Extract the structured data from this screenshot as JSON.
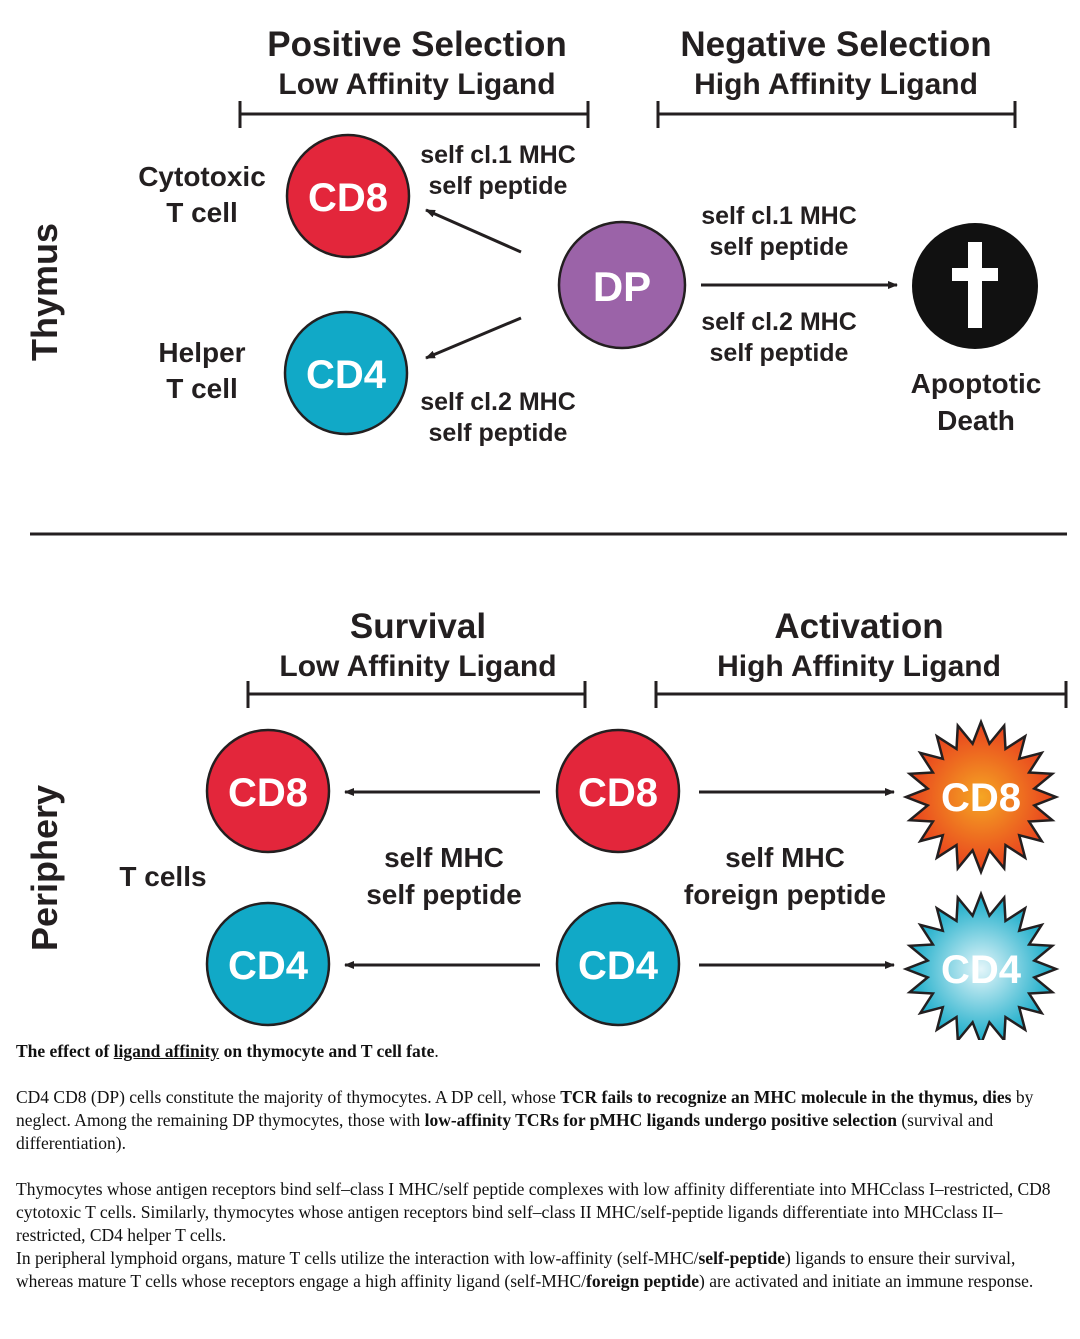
{
  "thymus": {
    "section_label": "Thymus",
    "positive": {
      "title": "Positive Selection",
      "subtitle": "Low Affinity Ligand"
    },
    "negative": {
      "title": "Negative Selection",
      "subtitle": "High Affinity Ligand"
    },
    "cytotoxic_label": [
      "Cytotoxic",
      "T cell"
    ],
    "helper_label": [
      "Helper",
      "T cell"
    ],
    "cd8": "CD8",
    "cd4": "CD4",
    "dp": "DP",
    "ligand_cd8": [
      "self cl.1 MHC",
      "self peptide"
    ],
    "ligand_cd4": [
      "self cl.2 MHC",
      "self peptide"
    ],
    "ligand_neg_1": [
      "self cl.1 MHC",
      "self peptide"
    ],
    "ligand_neg_2": [
      "self cl.2 MHC",
      "self peptide"
    ],
    "death_label": [
      "Apoptotic",
      "Death"
    ]
  },
  "periphery": {
    "section_label": "Periphery",
    "survival": {
      "title": "Survival",
      "subtitle": "Low Affinity Ligand"
    },
    "activation": {
      "title": "Activation",
      "subtitle": "High Affinity Ligand"
    },
    "tcells_label": "T cells",
    "cd8": "CD8",
    "cd4": "CD4",
    "self_ligand": [
      "self MHC",
      "self peptide"
    ],
    "foreign_ligand": [
      "self MHC",
      "foreign peptide"
    ]
  },
  "colors": {
    "cd8": "#e3263b",
    "cd4": "#11a9c7",
    "dp": "#9b63a8",
    "death": "#111111",
    "activated_cd8_center": "#f5a623",
    "activated_cd8_edge": "#e8401e",
    "activated_cd4_center": "#e4f6fa",
    "activated_cd4_edge": "#11a9c7"
  },
  "icons": {
    "death": "cross-icon",
    "activated": "starburst-icon"
  },
  "caption": {
    "title_prefix": "The effect of ",
    "title_link": "ligand affinity",
    "title_suffix": " on thymocyte and T cell fate",
    "title_end": ".",
    "p1": {
      "a": "CD4 CD8  (DP) cells constitute the majority of thymocytes. A DP cell, whose ",
      "b": "TCR fails to recognize an MHC molecule in the thymus, dies",
      "c": " by neglect. Among the remaining DP thymocytes, those with ",
      "d": "low-affinity TCRs for pMHC ligands undergo positive selection",
      "e": " (survival and differentiation)."
    },
    "p2": "Thymocytes whose antigen receptors bind self–class I MHC/self peptide complexes with low affinity differentiate into MHCclass I–restricted, CD8  cytotoxic T cells. Similarly, thymocytes whose antigen receptors bind self–class II MHC/self-peptide ligands differentiate into MHCclass II–restricted, CD4  helper T cells.",
    "p3": {
      "a": "In peripheral lymphoid organs, mature T cells utilize the interaction with low-affinity (self-MHC/",
      "b": "self-peptide",
      "c": ") ligands to ensure their survival, whereas mature T cells whose receptors engage a high affinity ligand (self-MHC/",
      "d": "foreign peptide",
      "e": ") are activated and initiate an immune response."
    }
  }
}
